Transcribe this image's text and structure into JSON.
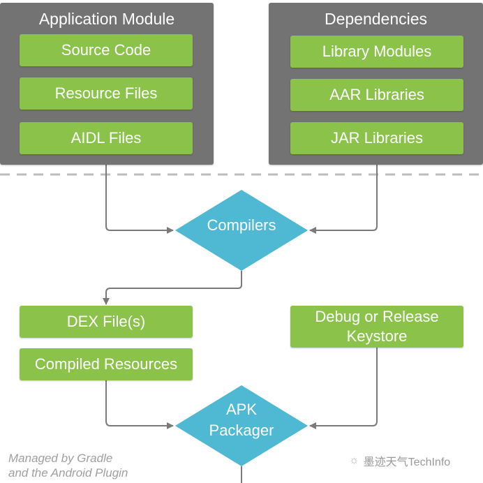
{
  "application_module": {
    "title": "Application Module",
    "items": [
      "Source Code",
      "Resource Files",
      "AIDL Files"
    ]
  },
  "dependencies": {
    "title": "Dependencies",
    "items": [
      "Library Modules",
      "AAR Libraries",
      "JAR Libraries"
    ]
  },
  "compilers": {
    "label": "Compilers"
  },
  "outputs": {
    "dex": "DEX File(s)",
    "compiled_resources": "Compiled Resources",
    "keystore": "Debug or Release Keystore"
  },
  "apk_packager": {
    "line1": "APK",
    "line2": "Packager"
  },
  "note": {
    "line1": "Managed by Gradle",
    "line2": "and the Android Plugin"
  },
  "watermark": {
    "icon": "wechat-icon",
    "text": "墨迹天气TechInfo"
  },
  "colors": {
    "panel": "#737373",
    "box": "#8bc34a",
    "diamond": "#4fb8d3",
    "connector": "#7a7a7a",
    "divider": "#bdbdbd"
  }
}
